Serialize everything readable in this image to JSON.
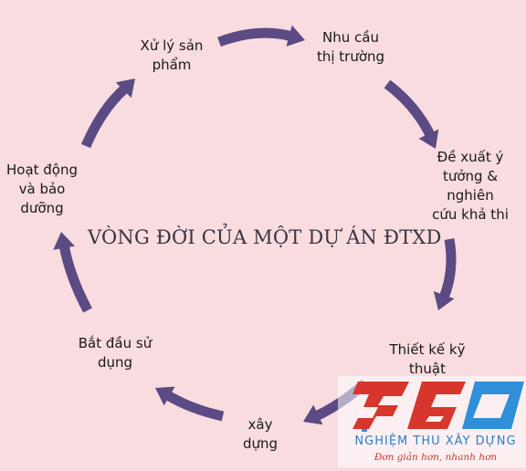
{
  "diagram": {
    "title": "VÒNG ĐỜI CỦA MỘT DỰ ÁN ĐTXD",
    "stages": [
      {
        "id": "xu-ly-san-pham",
        "label": "Xử lý sản\nphẩm"
      },
      {
        "id": "nhu-cau-thi-truong",
        "label": "Nhu cầu\nthị trường"
      },
      {
        "id": "de-xuat-y-tuong",
        "label": "Đề xuất ý\ntưởng &\nnghiên\ncứu khả thi"
      },
      {
        "id": "thiet-ke-ky-thuat",
        "label": "Thiết kế kỹ\nthuật"
      },
      {
        "id": "xay-dung",
        "label": "xây\ndựng"
      },
      {
        "id": "bat-dau-su-dung",
        "label": "Bắt đầu sử\ndụng"
      },
      {
        "id": "hoat-dong-va-bao-duong",
        "label": "Hoạt động\nvà bảo\ndưỡng"
      }
    ],
    "arrow_color": "#5b4a83"
  },
  "logo": {
    "mark": "360",
    "name": "NGHIỆM THU XÂY DỰNG",
    "tagline": "Đơn giản hơn, nhanh hơn",
    "colors": {
      "red": "#d7362c",
      "blue": "#2f8fd8"
    }
  }
}
